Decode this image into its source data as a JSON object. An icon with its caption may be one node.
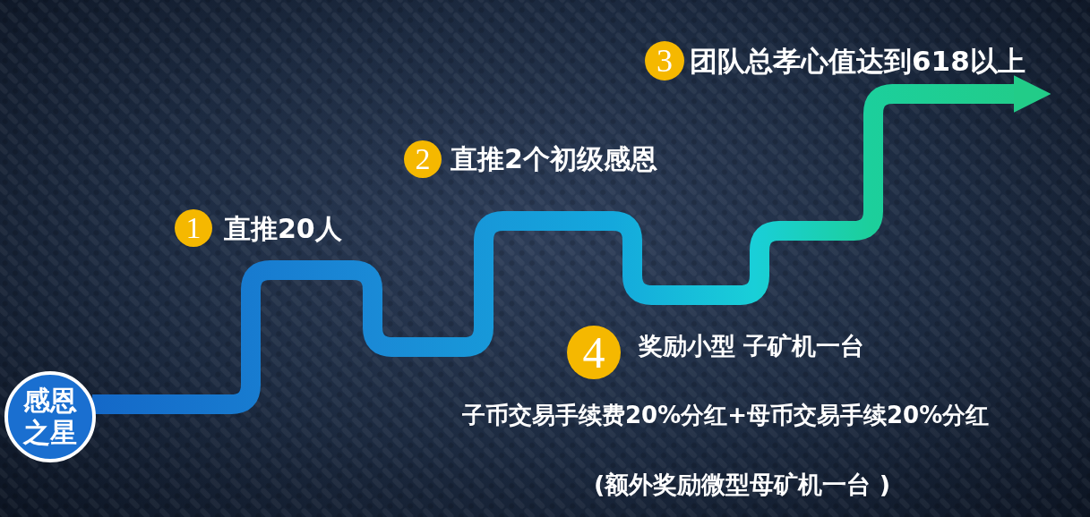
{
  "diagram": {
    "nodes": [
      {
        "text": [
          "感恩之星"
        ]
      },
      {
        "text": [
          "团队总孝心值达到618以上"
        ]
      }
    ],
    "edges": [
      {
        "from": 0,
        "to": 1,
        "arrow": "to"
      }
    ],
    "labels": [
      "1",
      "直推20人",
      "2",
      "直推2个初级感恩",
      "3",
      "4",
      "奖励小型 子矿机一台",
      "子币交易手续费20%分红+母币交易手续20%分红",
      "(额外奖励微型母矿机一台 )"
    ]
  }
}
